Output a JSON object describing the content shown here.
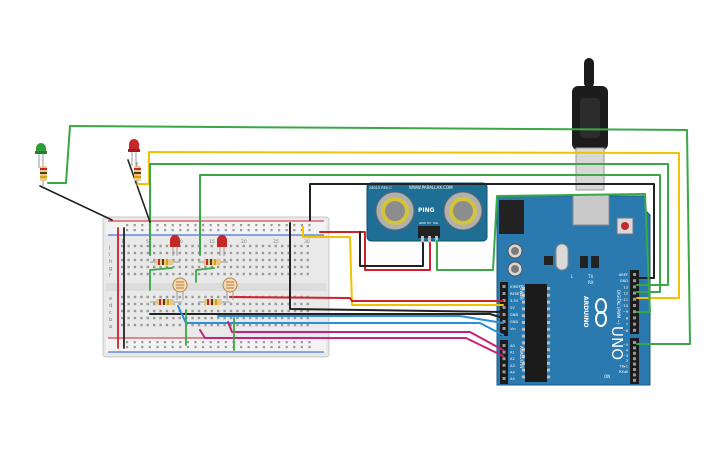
{
  "sensor": {
    "brand": "WWW.PARALLAX.COM",
    "model": "PING",
    "rev": "28015 REV C",
    "pin_gnd": "GND",
    "pin_5v": "5V",
    "pin_sig": "SIG"
  },
  "arduino": {
    "model": "UNO",
    "brand": "ARDUINO",
    "power_section": "POWER",
    "digital_section": "DIGITAL (PWM ~)",
    "analog_section": "ANALOG IN",
    "tx_label": "TX",
    "rx_label": "RX",
    "l_label": "L",
    "on_label": "ON",
    "power_pins": [
      "IOREF",
      "RESET",
      "3.3V",
      "5V",
      "GND",
      "GND",
      "Vin"
    ],
    "analog_pins": [
      "A0",
      "A1",
      "A2",
      "A3",
      "A4",
      "A5"
    ],
    "digital_pins": [
      "AREF",
      "GND",
      "13",
      "12",
      "~11",
      "~10",
      "~9",
      "8",
      "7",
      "~6",
      "~5",
      "4",
      "~3",
      "2",
      "TX▸1",
      "RX◂0"
    ]
  },
  "breadboard": {
    "row_letters_top": [
      "j",
      "i",
      "h",
      "g",
      "f"
    ],
    "row_letters_bottom": [
      "e",
      "d",
      "c",
      "b",
      "a"
    ],
    "column_numbers": [
      "1",
      "5",
      "10",
      "15",
      "20",
      "25",
      "30"
    ]
  },
  "colors": {
    "wire_red": "#d0202a",
    "wire_black": "#222222",
    "wire_green": "#3aa845",
    "wire_yellow": "#f2c200",
    "wire_blue": "#2a8fd6",
    "wire_magenta": "#c8207a",
    "board_blue": "#2a7ab0",
    "led_red": "#c62828",
    "led_green": "#2e9e3a"
  }
}
